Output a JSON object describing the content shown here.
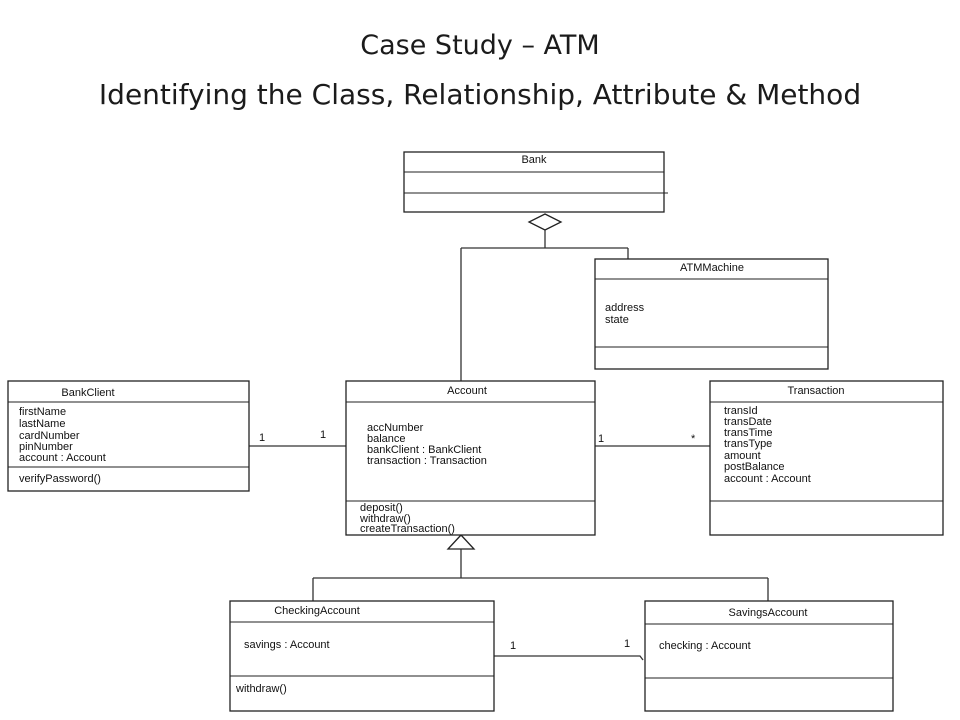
{
  "slide": {
    "title_line1": "Case Study – ATM",
    "title_line2": "Identifying the Class, Relationship, Attribute & Method"
  },
  "classes": {
    "bank": {
      "name": "Bank",
      "attributes": [],
      "methods": []
    },
    "atm_machine": {
      "name": "ATMMachine",
      "attributes": [
        "address",
        "state"
      ],
      "methods": []
    },
    "bank_client": {
      "name": "BankClient",
      "attributes": [
        "firstName",
        "lastName",
        "cardNumber",
        "pinNumber",
        "account : Account"
      ],
      "methods": [
        "verifyPassword()"
      ]
    },
    "account": {
      "name": "Account",
      "attributes": [
        "accNumber",
        "balance",
        "bankClient : BankClient",
        "transaction : Transaction"
      ],
      "methods": [
        "deposit()",
        "withdraw()",
        "createTransaction()"
      ]
    },
    "transaction": {
      "name": "Transaction",
      "attributes": [
        "transId",
        "transDate",
        "transTime",
        "transType",
        "amount",
        "postBalance",
        "account : Account"
      ],
      "methods": []
    },
    "checking_account": {
      "name": "CheckingAccount",
      "attributes": [
        "savings : Account"
      ],
      "methods": [
        "withdraw()"
      ]
    },
    "savings_account": {
      "name": "SavingsAccount",
      "attributes": [
        "checking : Account"
      ],
      "methods": []
    }
  },
  "multiplicities": {
    "bankclient_side": "1",
    "account_client_side": "1",
    "account_transaction_side": "1",
    "transaction_side": "*",
    "checking_side": "1",
    "savings_side": "1"
  }
}
